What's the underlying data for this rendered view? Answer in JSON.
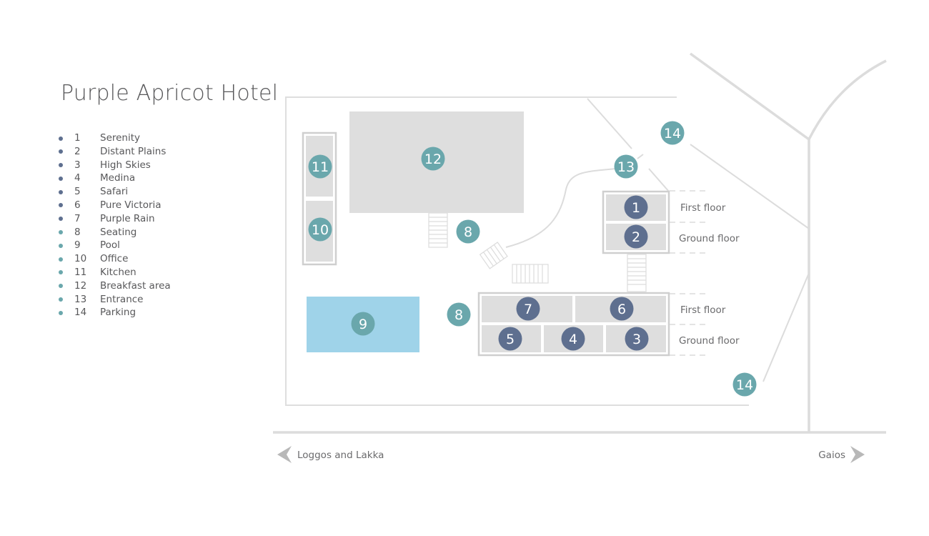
{
  "title": "Purple Apricot Hotel",
  "colors": {
    "room": "#5e6f8f",
    "facility": "#6aa7ac",
    "pool": "#9fd3e9",
    "building_fill": "#dedede",
    "line": "#dcdcdc"
  },
  "legend": [
    {
      "num": "1",
      "name": "Serenity",
      "type": "room"
    },
    {
      "num": "2",
      "name": "Distant Plains",
      "type": "room"
    },
    {
      "num": "3",
      "name": "High Skies",
      "type": "room"
    },
    {
      "num": "4",
      "name": "Medina",
      "type": "room"
    },
    {
      "num": "5",
      "name": "Safari",
      "type": "room"
    },
    {
      "num": "6",
      "name": "Pure Victoria",
      "type": "room"
    },
    {
      "num": "7",
      "name": "Purple Rain",
      "type": "room"
    },
    {
      "num": "8",
      "name": "Seating",
      "type": "facility"
    },
    {
      "num": "9",
      "name": "Pool",
      "type": "facility"
    },
    {
      "num": "10",
      "name": "Office",
      "type": "facility"
    },
    {
      "num": "11",
      "name": "Kitchen",
      "type": "facility"
    },
    {
      "num": "12",
      "name": "Breakfast area",
      "type": "facility"
    },
    {
      "num": "13",
      "name": "Entrance",
      "type": "facility"
    },
    {
      "num": "14",
      "name": "Parking",
      "type": "facility"
    }
  ],
  "floor_labels": {
    "first": "First floor",
    "ground": "Ground floor"
  },
  "directions": {
    "left": "Loggos and Lakka",
    "right": "Gaios"
  },
  "markers": {
    "m1": "1",
    "m2": "2",
    "m3": "3",
    "m4": "4",
    "m5": "5",
    "m6": "6",
    "m7": "7",
    "m8a": "8",
    "m8b": "8",
    "m9": "9",
    "m10": "10",
    "m11": "11",
    "m12": "12",
    "m13": "13",
    "m14a": "14",
    "m14b": "14"
  }
}
